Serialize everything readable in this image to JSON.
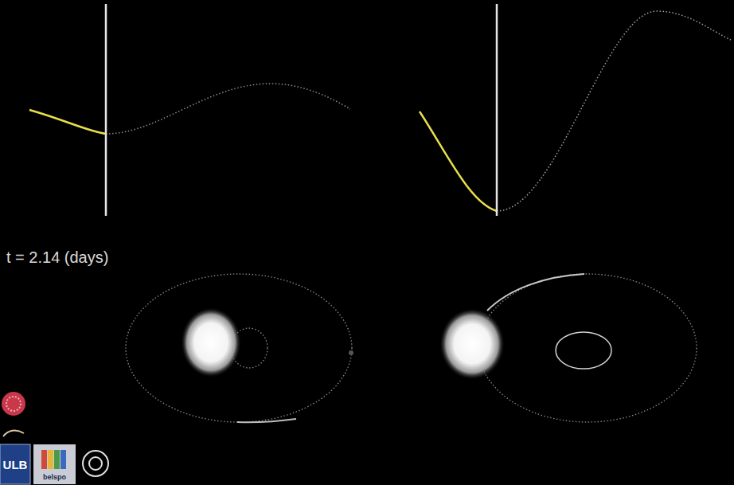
{
  "diagram": {
    "labels": [
      "t = 2.14 (days)",
      "ULB",
      "belspo"
    ]
  }
}
